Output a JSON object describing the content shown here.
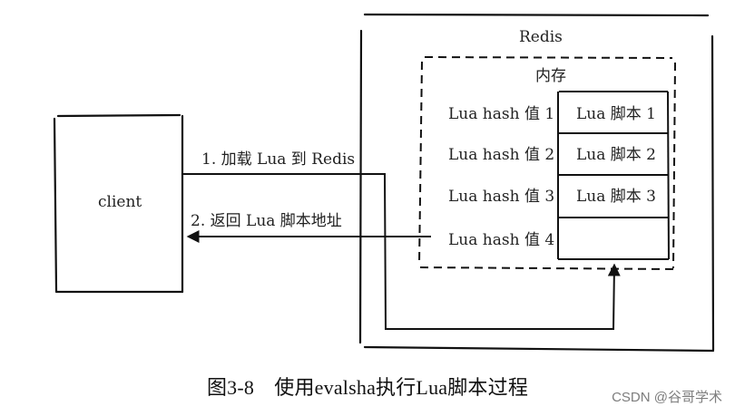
{
  "redis": {
    "label": "Redis"
  },
  "memory": {
    "label": "内存"
  },
  "client": {
    "label": "client"
  },
  "arrows": {
    "load": "1. 加载 Lua 到 Redis",
    "return": "2. 返回 Lua 脚本地址"
  },
  "hash_values": [
    "Lua hash 值 1",
    "Lua hash 值 2",
    "Lua hash 值 3",
    "Lua hash 值 4"
  ],
  "scripts": [
    "Lua 脚本 1",
    "Lua 脚本 2",
    "Lua 脚本 3",
    ""
  ],
  "caption": {
    "text": "图3-8　使用evalsha执行Lua脚本过程"
  },
  "watermark": {
    "text": "CSDN @谷哥学术"
  },
  "colors": {
    "stroke": "#111111",
    "text": "#222222",
    "watermark": "#7d7d7d"
  }
}
